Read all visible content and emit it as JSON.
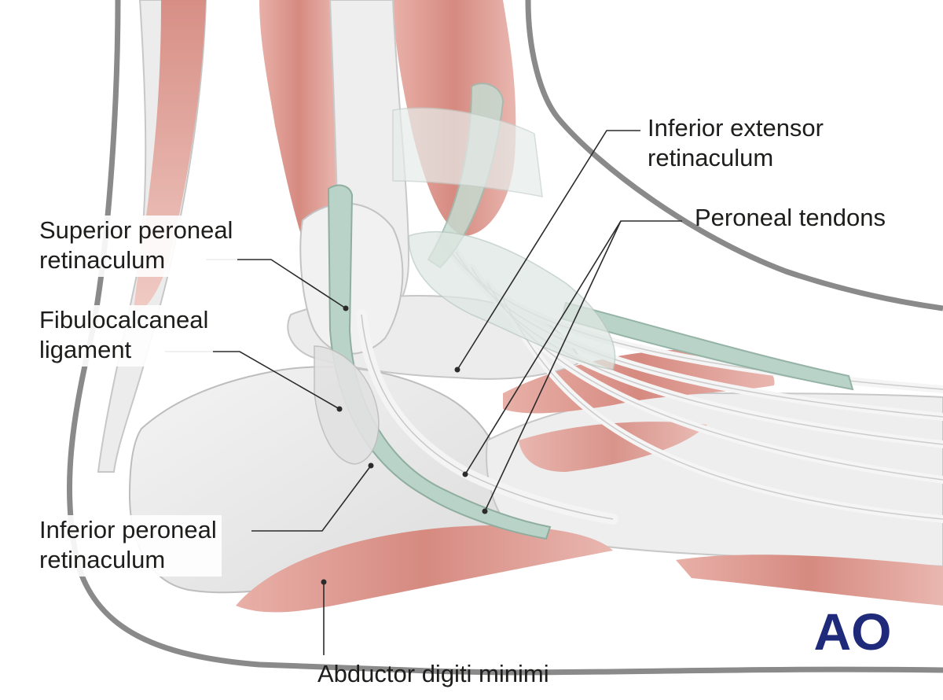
{
  "labels": {
    "inferior_extensor_retinaculum": [
      "Inferior extensor",
      "retinaculum"
    ],
    "peroneal_tendons": [
      "Peroneal tendons"
    ],
    "superior_peroneal_retinaculum": [
      "Superior peroneal",
      "retinaculum"
    ],
    "fibulocalcaneal_ligament": [
      "Fibulocalcaneal",
      "ligament"
    ],
    "inferior_peroneal_retinaculum": [
      "Inferior peroneal",
      "retinaculum"
    ],
    "abductor_digiti_minimi": [
      "Abductor digiti minimi"
    ]
  },
  "logo": {
    "text": "AO",
    "color": "#1f2a7a"
  },
  "colors": {
    "muscle": "#d9928a",
    "muscle_light": "#eebfb8",
    "bone": "#e9e9e9",
    "tendon_sheath": "#b9d3c8",
    "outline": "#8a8a8a",
    "leader": "#2b2b2b"
  }
}
